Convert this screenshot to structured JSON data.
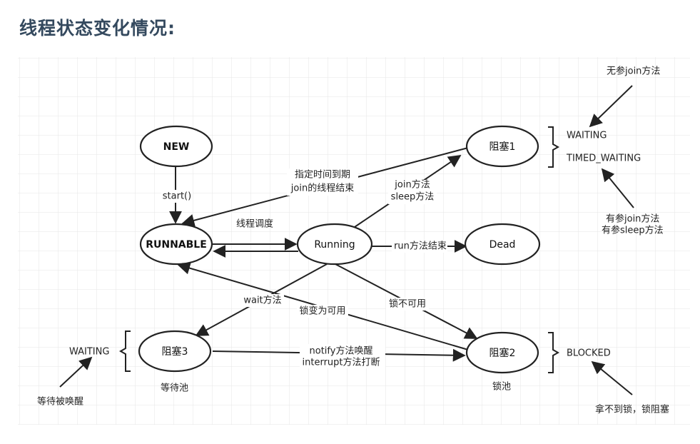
{
  "title": "线程状态变化情况:",
  "nodes": {
    "new": "NEW",
    "runnable": "RUNNABLE",
    "running": "Running",
    "dead": "Dead",
    "blocked1": "阻塞1",
    "blocked2": "阻塞2",
    "blocked3": "阻塞3"
  },
  "edges": {
    "start": "start()",
    "schedule": "线程调度",
    "timeout_l1": "指定时间到期",
    "timeout_l2": "join的线程结束",
    "join_l1": "join方法",
    "join_l2": "sleep方法",
    "run_end": "run方法结束",
    "wait": "wait方法",
    "lock_available": "锁变为可用",
    "lock_unavailable": "锁不可用",
    "notify_l1": "notify方法唤醒",
    "notify_l2": "interrupt方法打断"
  },
  "annotations": {
    "waiting_right": "WAITING",
    "timed_waiting": "TIMED_WAITING",
    "no_arg_join": "无参join方法",
    "arg_join_l1": "有参join方法",
    "arg_join_l2": "有参sleep方法",
    "waiting_left": "WAITING",
    "wait_wakeup": "等待被唤醒",
    "wait_pool": "等待池",
    "blocked_state": "BLOCKED",
    "lock_pool": "锁池",
    "lock_blocked": "拿不到锁，锁阻塞"
  }
}
